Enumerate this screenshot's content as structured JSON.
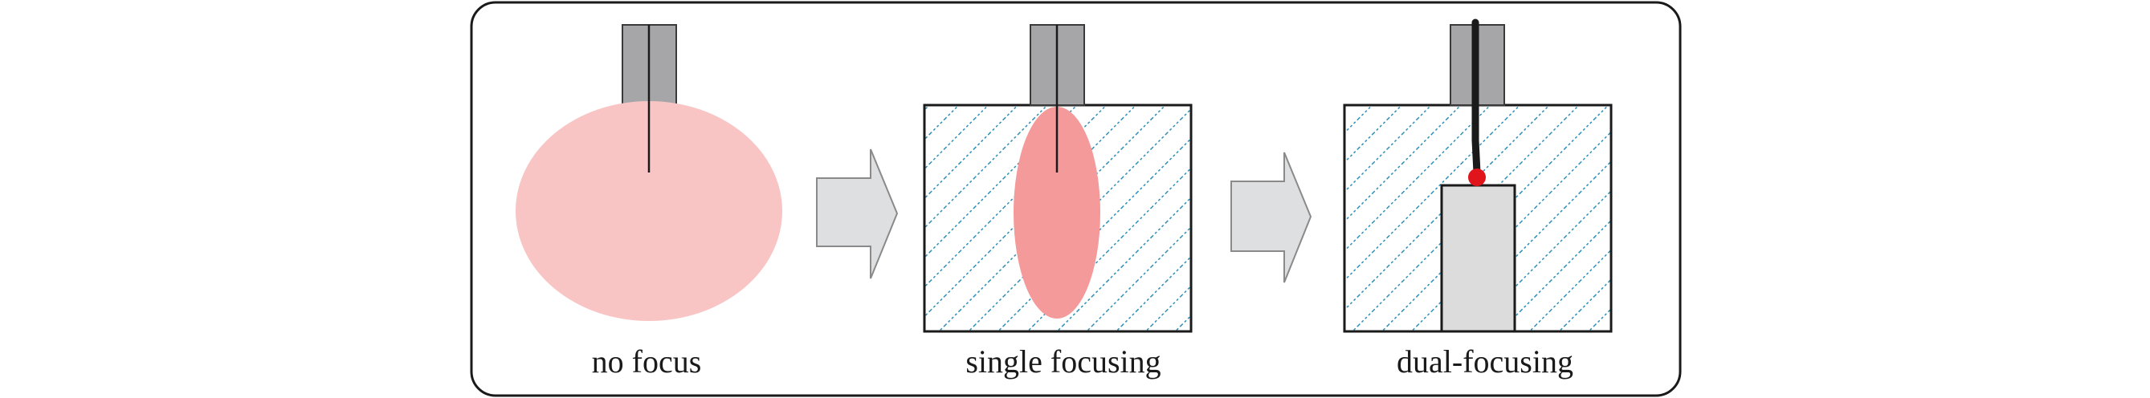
{
  "panels": [
    {
      "caption": "no focus"
    },
    {
      "caption": "single focusing"
    },
    {
      "caption": "dual-focusing"
    }
  ],
  "colors": {
    "frame": "#1a1a1a",
    "probe_body": "#a6a6a9",
    "probe_edge": "#3a3a3a",
    "plume_unfocused": "#f8c4c4",
    "plume_focused": "#f49a9a",
    "hatch": "#2d8fb8",
    "arrow_fill": "#dedfe0",
    "arrow_edge": "#8a8a8a",
    "insert_fill": "#dcdcdd",
    "tip_dot": "#e0141b"
  },
  "icons": [
    "probe-icon",
    "hatched-block",
    "right-arrow-icon",
    "inserted-rod",
    "red-tip-dot"
  ]
}
